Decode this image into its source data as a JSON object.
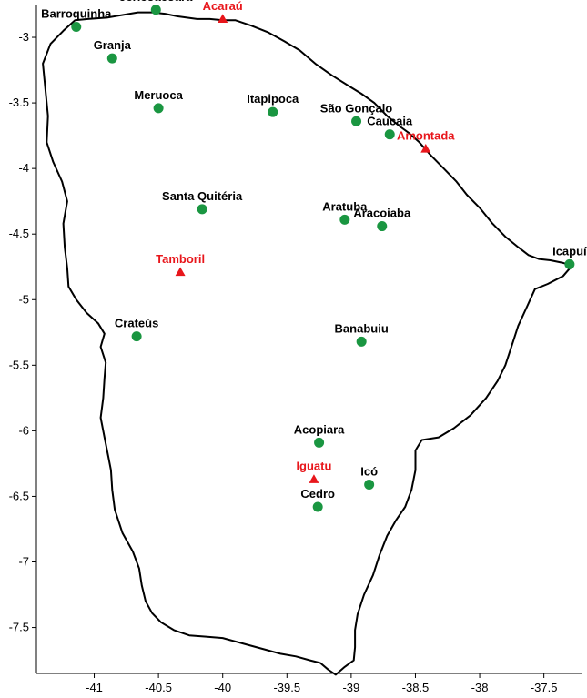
{
  "chart_data": {
    "type": "scatter",
    "xlim": [
      -41.45,
      -37.2
    ],
    "ylim": [
      -7.85,
      -2.75
    ],
    "x_ticks": [
      {
        "value": -41,
        "label": "-41"
      },
      {
        "value": -40.5,
        "label": "-40.5"
      },
      {
        "value": -40,
        "label": "-40"
      },
      {
        "value": -39.5,
        "label": "-39.5"
      },
      {
        "value": -39,
        "label": "-39"
      },
      {
        "value": -38.5,
        "label": "-38.5"
      },
      {
        "value": -38,
        "label": "-38"
      },
      {
        "value": -37.5,
        "label": "-37.5"
      }
    ],
    "y_ticks": [
      {
        "value": -3,
        "label": "-3"
      },
      {
        "value": -3.5,
        "label": "-3.5"
      },
      {
        "value": -4,
        "label": "-4"
      },
      {
        "value": -4.5,
        "label": "-4.5"
      },
      {
        "value": -5,
        "label": "-5"
      },
      {
        "value": -5.5,
        "label": "-5.5"
      },
      {
        "value": -6,
        "label": "-6"
      },
      {
        "value": -6.5,
        "label": "-6.5"
      },
      {
        "value": -7,
        "label": "-7"
      },
      {
        "value": -7.5,
        "label": "-7.5"
      }
    ],
    "grid": false,
    "colors": {
      "circle_marker": "#1a9641",
      "triangle_marker": "#e8161b",
      "circle_label": "#000000",
      "triangle_label": "#e8161b",
      "border": "#000000"
    },
    "border": [
      [
        -41.15,
        -2.87
      ],
      [
        -41.05,
        -2.86
      ],
      [
        -40.9,
        -2.85
      ],
      [
        -40.78,
        -2.83
      ],
      [
        -40.66,
        -2.81
      ],
      [
        -40.55,
        -2.81
      ],
      [
        -40.45,
        -2.82
      ],
      [
        -40.35,
        -2.84
      ],
      [
        -40.2,
        -2.86
      ],
      [
        -40.1,
        -2.86
      ],
      [
        -40.0,
        -2.87
      ],
      [
        -39.9,
        -2.87
      ],
      [
        -39.78,
        -2.91
      ],
      [
        -39.65,
        -2.96
      ],
      [
        -39.52,
        -3.03
      ],
      [
        -39.4,
        -3.1
      ],
      [
        -39.28,
        -3.2
      ],
      [
        -39.15,
        -3.29
      ],
      [
        -39.02,
        -3.37
      ],
      [
        -38.92,
        -3.43
      ],
      [
        -38.82,
        -3.5
      ],
      [
        -38.72,
        -3.6
      ],
      [
        -38.62,
        -3.68
      ],
      [
        -38.55,
        -3.73
      ],
      [
        -38.47,
        -3.8
      ],
      [
        -38.38,
        -3.9
      ],
      [
        -38.28,
        -4.0
      ],
      [
        -38.18,
        -4.1
      ],
      [
        -38.1,
        -4.2
      ],
      [
        -38.0,
        -4.3
      ],
      [
        -37.9,
        -4.42
      ],
      [
        -37.8,
        -4.52
      ],
      [
        -37.7,
        -4.6
      ],
      [
        -37.62,
        -4.66
      ],
      [
        -37.54,
        -4.69
      ],
      [
        -37.45,
        -4.7
      ],
      [
        -37.35,
        -4.72
      ],
      [
        -37.28,
        -4.74
      ],
      [
        -37.35,
        -4.82
      ],
      [
        -37.47,
        -4.88
      ],
      [
        -37.57,
        -4.92
      ],
      [
        -37.63,
        -5.05
      ],
      [
        -37.7,
        -5.2
      ],
      [
        -37.75,
        -5.35
      ],
      [
        -37.8,
        -5.5
      ],
      [
        -37.86,
        -5.62
      ],
      [
        -37.95,
        -5.75
      ],
      [
        -38.07,
        -5.88
      ],
      [
        -38.2,
        -5.98
      ],
      [
        -38.32,
        -6.05
      ],
      [
        -38.45,
        -6.07
      ],
      [
        -38.5,
        -6.15
      ],
      [
        -38.5,
        -6.3
      ],
      [
        -38.53,
        -6.45
      ],
      [
        -38.58,
        -6.58
      ],
      [
        -38.65,
        -6.68
      ],
      [
        -38.72,
        -6.8
      ],
      [
        -38.78,
        -6.95
      ],
      [
        -38.83,
        -7.1
      ],
      [
        -38.9,
        -7.25
      ],
      [
        -38.95,
        -7.4
      ],
      [
        -38.97,
        -7.52
      ],
      [
        -38.97,
        -7.65
      ],
      [
        -38.98,
        -7.75
      ],
      [
        -39.05,
        -7.8
      ],
      [
        -39.12,
        -7.86
      ],
      [
        -39.18,
        -7.82
      ],
      [
        -39.24,
        -7.77
      ],
      [
        -39.32,
        -7.75
      ],
      [
        -39.43,
        -7.72
      ],
      [
        -39.55,
        -7.7
      ],
      [
        -39.7,
        -7.66
      ],
      [
        -39.85,
        -7.62
      ],
      [
        -40.0,
        -7.58
      ],
      [
        -40.13,
        -7.57
      ],
      [
        -40.26,
        -7.56
      ],
      [
        -40.38,
        -7.52
      ],
      [
        -40.48,
        -7.46
      ],
      [
        -40.55,
        -7.39
      ],
      [
        -40.6,
        -7.3
      ],
      [
        -40.63,
        -7.18
      ],
      [
        -40.65,
        -7.05
      ],
      [
        -40.7,
        -6.92
      ],
      [
        -40.78,
        -6.78
      ],
      [
        -40.84,
        -6.6
      ],
      [
        -40.86,
        -6.45
      ],
      [
        -40.87,
        -6.3
      ],
      [
        -40.89,
        -6.2
      ],
      [
        -40.92,
        -6.05
      ],
      [
        -40.95,
        -5.9
      ],
      [
        -40.93,
        -5.75
      ],
      [
        -40.92,
        -5.6
      ],
      [
        -40.91,
        -5.48
      ],
      [
        -40.95,
        -5.36
      ],
      [
        -40.92,
        -5.26
      ],
      [
        -40.97,
        -5.18
      ],
      [
        -41.06,
        -5.1
      ],
      [
        -41.14,
        -5.0
      ],
      [
        -41.2,
        -4.9
      ],
      [
        -41.21,
        -4.76
      ],
      [
        -41.23,
        -4.6
      ],
      [
        -41.24,
        -4.42
      ],
      [
        -41.21,
        -4.25
      ],
      [
        -41.25,
        -4.1
      ],
      [
        -41.32,
        -3.95
      ],
      [
        -41.37,
        -3.8
      ],
      [
        -41.36,
        -3.6
      ],
      [
        -41.38,
        -3.4
      ],
      [
        -41.4,
        -3.2
      ],
      [
        -41.34,
        -3.05
      ],
      [
        -41.24,
        -2.95
      ],
      [
        -41.15,
        -2.87
      ]
    ],
    "points": [
      {
        "name": "Jericoacoara",
        "x": -40.52,
        "y": -2.79,
        "marker": "circle",
        "label_anchor": "middle",
        "dx": 0,
        "dy": -10
      },
      {
        "name": "Barroquinha",
        "x": -41.14,
        "y": -2.92,
        "marker": "circle",
        "label_anchor": "middle",
        "dx": 0,
        "dy": -10
      },
      {
        "name": "Acaraú",
        "x": -40.0,
        "y": -2.86,
        "marker": "triangle",
        "label_anchor": "middle",
        "dx": 0,
        "dy": -10
      },
      {
        "name": "Granja",
        "x": -40.86,
        "y": -3.16,
        "marker": "circle",
        "label_anchor": "middle",
        "dx": 0,
        "dy": -10
      },
      {
        "name": "Meruoca",
        "x": -40.5,
        "y": -3.54,
        "marker": "circle",
        "label_anchor": "middle",
        "dx": 0,
        "dy": -10
      },
      {
        "name": "Itapipoca",
        "x": -39.61,
        "y": -3.57,
        "marker": "circle",
        "label_anchor": "middle",
        "dx": 0,
        "dy": -10
      },
      {
        "name": "São Gonçalo",
        "x": -38.96,
        "y": -3.64,
        "marker": "circle",
        "label_anchor": "middle",
        "dx": 0,
        "dy": -10
      },
      {
        "name": "Caucaia",
        "x": -38.7,
        "y": -3.74,
        "marker": "circle",
        "label_anchor": "middle",
        "dx": 0,
        "dy": -10
      },
      {
        "name": "Amontada",
        "x": -38.42,
        "y": -3.85,
        "marker": "triangle",
        "label_anchor": "middle",
        "dx": 0,
        "dy": -10
      },
      {
        "name": "Santa Quitéria",
        "x": -40.16,
        "y": -4.31,
        "marker": "circle",
        "label_anchor": "middle",
        "dx": 0,
        "dy": -10
      },
      {
        "name": "Aratuba",
        "x": -39.05,
        "y": -4.39,
        "marker": "circle",
        "label_anchor": "middle",
        "dx": 0,
        "dy": -10
      },
      {
        "name": "Aracoiaba",
        "x": -38.76,
        "y": -4.44,
        "marker": "circle",
        "label_anchor": "middle",
        "dx": 0,
        "dy": -10
      },
      {
        "name": "Icapuí",
        "x": -37.3,
        "y": -4.73,
        "marker": "circle",
        "label_anchor": "middle",
        "dx": 0,
        "dy": -10
      },
      {
        "name": "Tamboril",
        "x": -40.33,
        "y": -4.79,
        "marker": "triangle",
        "label_anchor": "middle",
        "dx": 0,
        "dy": -10
      },
      {
        "name": "Crateús",
        "x": -40.67,
        "y": -5.28,
        "marker": "circle",
        "label_anchor": "middle",
        "dx": 0,
        "dy": -10
      },
      {
        "name": "Banabuiu",
        "x": -38.92,
        "y": -5.32,
        "marker": "circle",
        "label_anchor": "middle",
        "dx": 0,
        "dy": -10
      },
      {
        "name": "Acopiara",
        "x": -39.25,
        "y": -6.09,
        "marker": "circle",
        "label_anchor": "middle",
        "dx": 0,
        "dy": -10
      },
      {
        "name": "Iguatu",
        "x": -39.29,
        "y": -6.37,
        "marker": "triangle",
        "label_anchor": "middle",
        "dx": 0,
        "dy": -10
      },
      {
        "name": "Icó",
        "x": -38.86,
        "y": -6.41,
        "marker": "circle",
        "label_anchor": "middle",
        "dx": 0,
        "dy": -10
      },
      {
        "name": "Cedro",
        "x": -39.26,
        "y": -6.58,
        "marker": "circle",
        "label_anchor": "middle",
        "dx": 0,
        "dy": -10
      }
    ]
  }
}
